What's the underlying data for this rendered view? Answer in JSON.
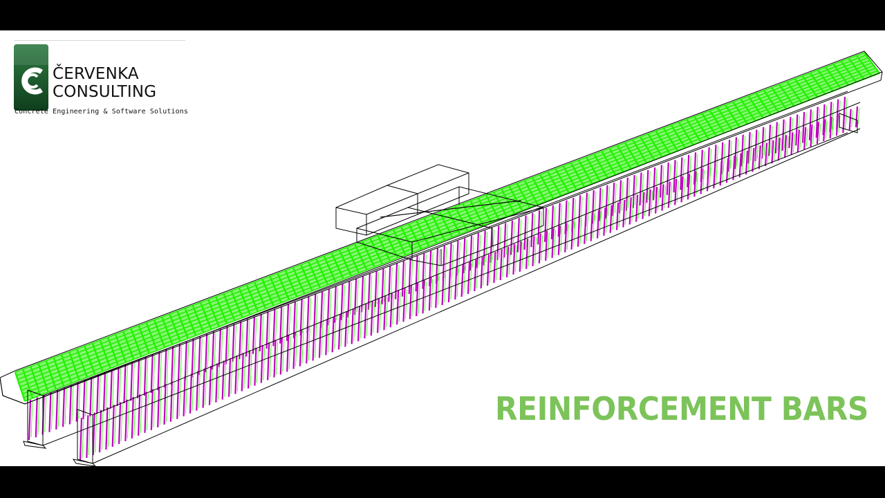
{
  "logo": {
    "line1": "ČERVENKA",
    "line2": "CONSULTING",
    "tagline": "Concrete Engineering & Software Solutions",
    "mark_icon": "c-monogram-icon",
    "mark_color": "#1d5a2e"
  },
  "caption": {
    "text": "REINFORCEMENT BARS",
    "color": "#7cc35a"
  },
  "model": {
    "deck_reinforcement_color": "#22f000",
    "stirrup_color": "#c000c0",
    "outline_color": "#000000"
  }
}
